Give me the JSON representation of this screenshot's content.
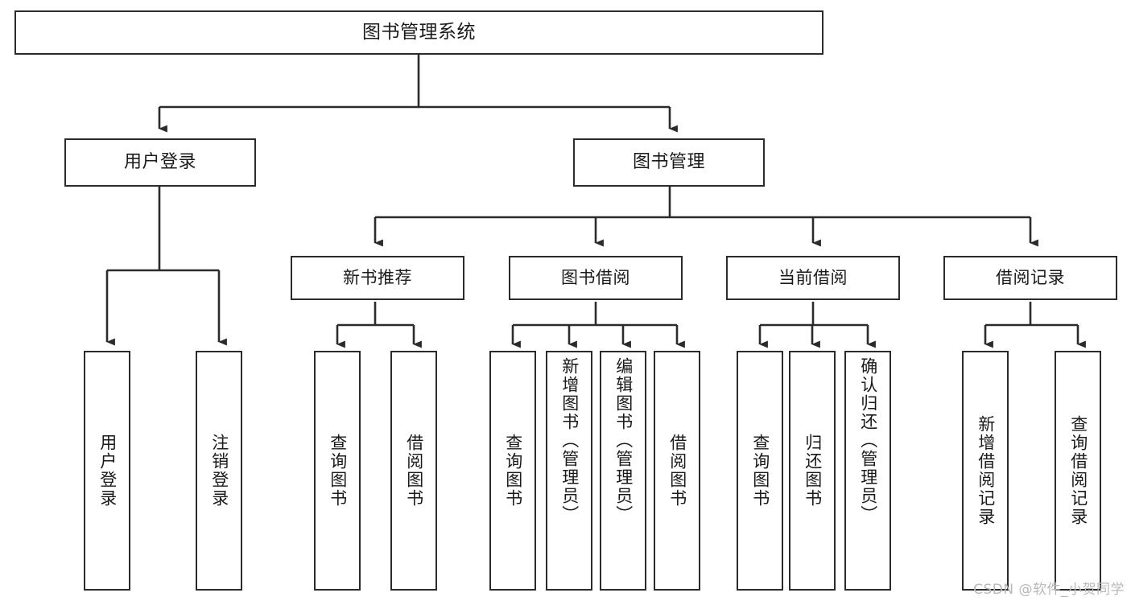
{
  "diagram": {
    "title": "图书管理系统",
    "type": "tree-hierarchy-diagram",
    "colors": {
      "box_border": "#2b2b2b",
      "box_fill": "#ffffff",
      "edge": "#2b2b2b",
      "text": "#1a1a1a",
      "watermark": "#b9b9b9",
      "background": "#ffffff"
    },
    "nodes": {
      "root": {
        "label": "图书管理系统"
      },
      "level2": [
        {
          "id": "user-login",
          "label": "用户登录"
        },
        {
          "id": "book-management",
          "label": "图书管理"
        }
      ],
      "level3": [
        {
          "id": "new-book-recommend",
          "label": "新书推荐"
        },
        {
          "id": "book-borrow",
          "label": "图书借阅"
        },
        {
          "id": "current-borrow",
          "label": "当前借阅"
        },
        {
          "id": "borrow-record",
          "label": "借阅记录"
        }
      ],
      "leaves": {
        "user_login": [
          {
            "id": "leaf-user-login",
            "label": "用户登录"
          },
          {
            "id": "leaf-logout-login",
            "label": "注销登录"
          }
        ],
        "new_book_recommend": [
          {
            "id": "leaf-query-book-1",
            "label": "查询图书"
          },
          {
            "id": "leaf-borrow-book-1",
            "label": "借阅图书"
          }
        ],
        "book_borrow": [
          {
            "id": "leaf-query-book-2",
            "label": "查询图书"
          },
          {
            "id": "leaf-add-book-admin",
            "label": "新增图书（管理员）"
          },
          {
            "id": "leaf-edit-book-admin",
            "label": "编辑图书（管理员）"
          },
          {
            "id": "leaf-borrow-book-2",
            "label": "借阅图书"
          }
        ],
        "current_borrow": [
          {
            "id": "leaf-query-book-3",
            "label": "查询图书"
          },
          {
            "id": "leaf-return-book",
            "label": "归还图书"
          },
          {
            "id": "leaf-confirm-return-admin",
            "label": "确认归还（管理员）"
          }
        ],
        "borrow_record": [
          {
            "id": "leaf-add-borrow-record",
            "label": "新增借阅记录"
          },
          {
            "id": "leaf-query-borrow-record",
            "label": "查询借阅记录"
          }
        ]
      }
    },
    "watermark": "CSDN @软件_小贺同学"
  }
}
